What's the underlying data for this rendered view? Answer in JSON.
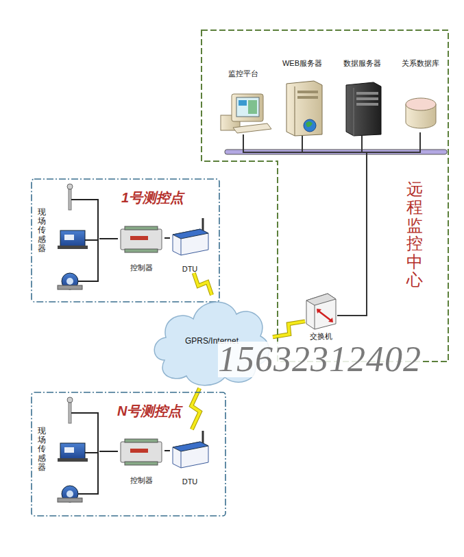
{
  "diagram": {
    "nodes": [
      {
        "text": [
          "远程监控中心"
        ]
      },
      {
        "text": [
          "监控平台"
        ],
        "in": 0
      },
      {
        "text": [
          "WEB服务器"
        ],
        "in": 0
      },
      {
        "text": [
          "数据服务器"
        ],
        "in": 0
      },
      {
        "text": [
          "关系数据库"
        ],
        "in": 0
      },
      {
        "text": [
          "交换机"
        ],
        "in": 0
      },
      {
        "text": [
          "1号测控点"
        ]
      },
      {
        "text": [
          "现场传感器"
        ],
        "in": 6
      },
      {
        "text": [
          "控制器"
        ],
        "in": 6
      },
      {
        "text": [
          "DTU"
        ],
        "in": 6
      },
      {
        "text": [
          "GPRS/Internet"
        ]
      },
      {
        "text": [
          "N号测控点"
        ]
      },
      {
        "text": [
          "现场传感器"
        ],
        "in": 11
      },
      {
        "text": [
          "控制器"
        ],
        "in": 11
      },
      {
        "text": [
          "DTU"
        ],
        "in": 11
      }
    ],
    "edges": [
      {
        "from": 1,
        "to": 5,
        "arrow": "none"
      },
      {
        "from": 2,
        "to": 5,
        "arrow": "none"
      },
      {
        "from": 3,
        "to": 5,
        "arrow": "none"
      },
      {
        "from": 4,
        "to": 5,
        "arrow": "none"
      },
      {
        "from": 5,
        "to": 10,
        "arrow": "none"
      },
      {
        "from": 7,
        "to": 8,
        "arrow": "none"
      },
      {
        "from": 8,
        "to": 9,
        "arrow": "none"
      },
      {
        "from": 9,
        "to": 10,
        "arrow": "none"
      },
      {
        "from": 12,
        "to": 13,
        "arrow": "none"
      },
      {
        "from": 13,
        "to": 14,
        "arrow": "none"
      },
      {
        "from": 14,
        "to": 10,
        "arrow": "none"
      }
    ],
    "labels": [
      "15632312402"
    ]
  }
}
